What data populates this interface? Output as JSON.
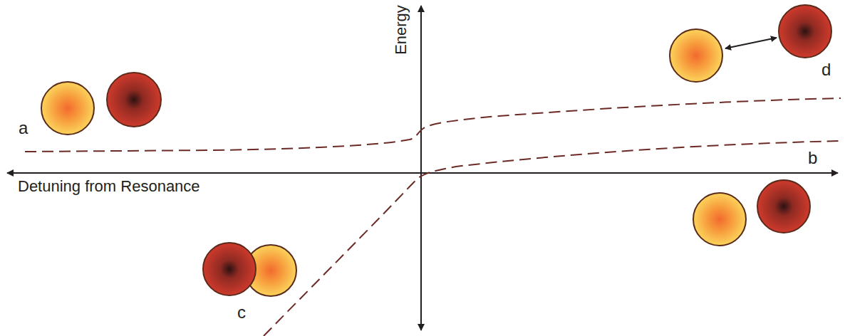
{
  "diagram": {
    "labels": [
      "a",
      "Energy",
      "d",
      "b",
      "Detuning from Resonance",
      "c"
    ]
  }
}
